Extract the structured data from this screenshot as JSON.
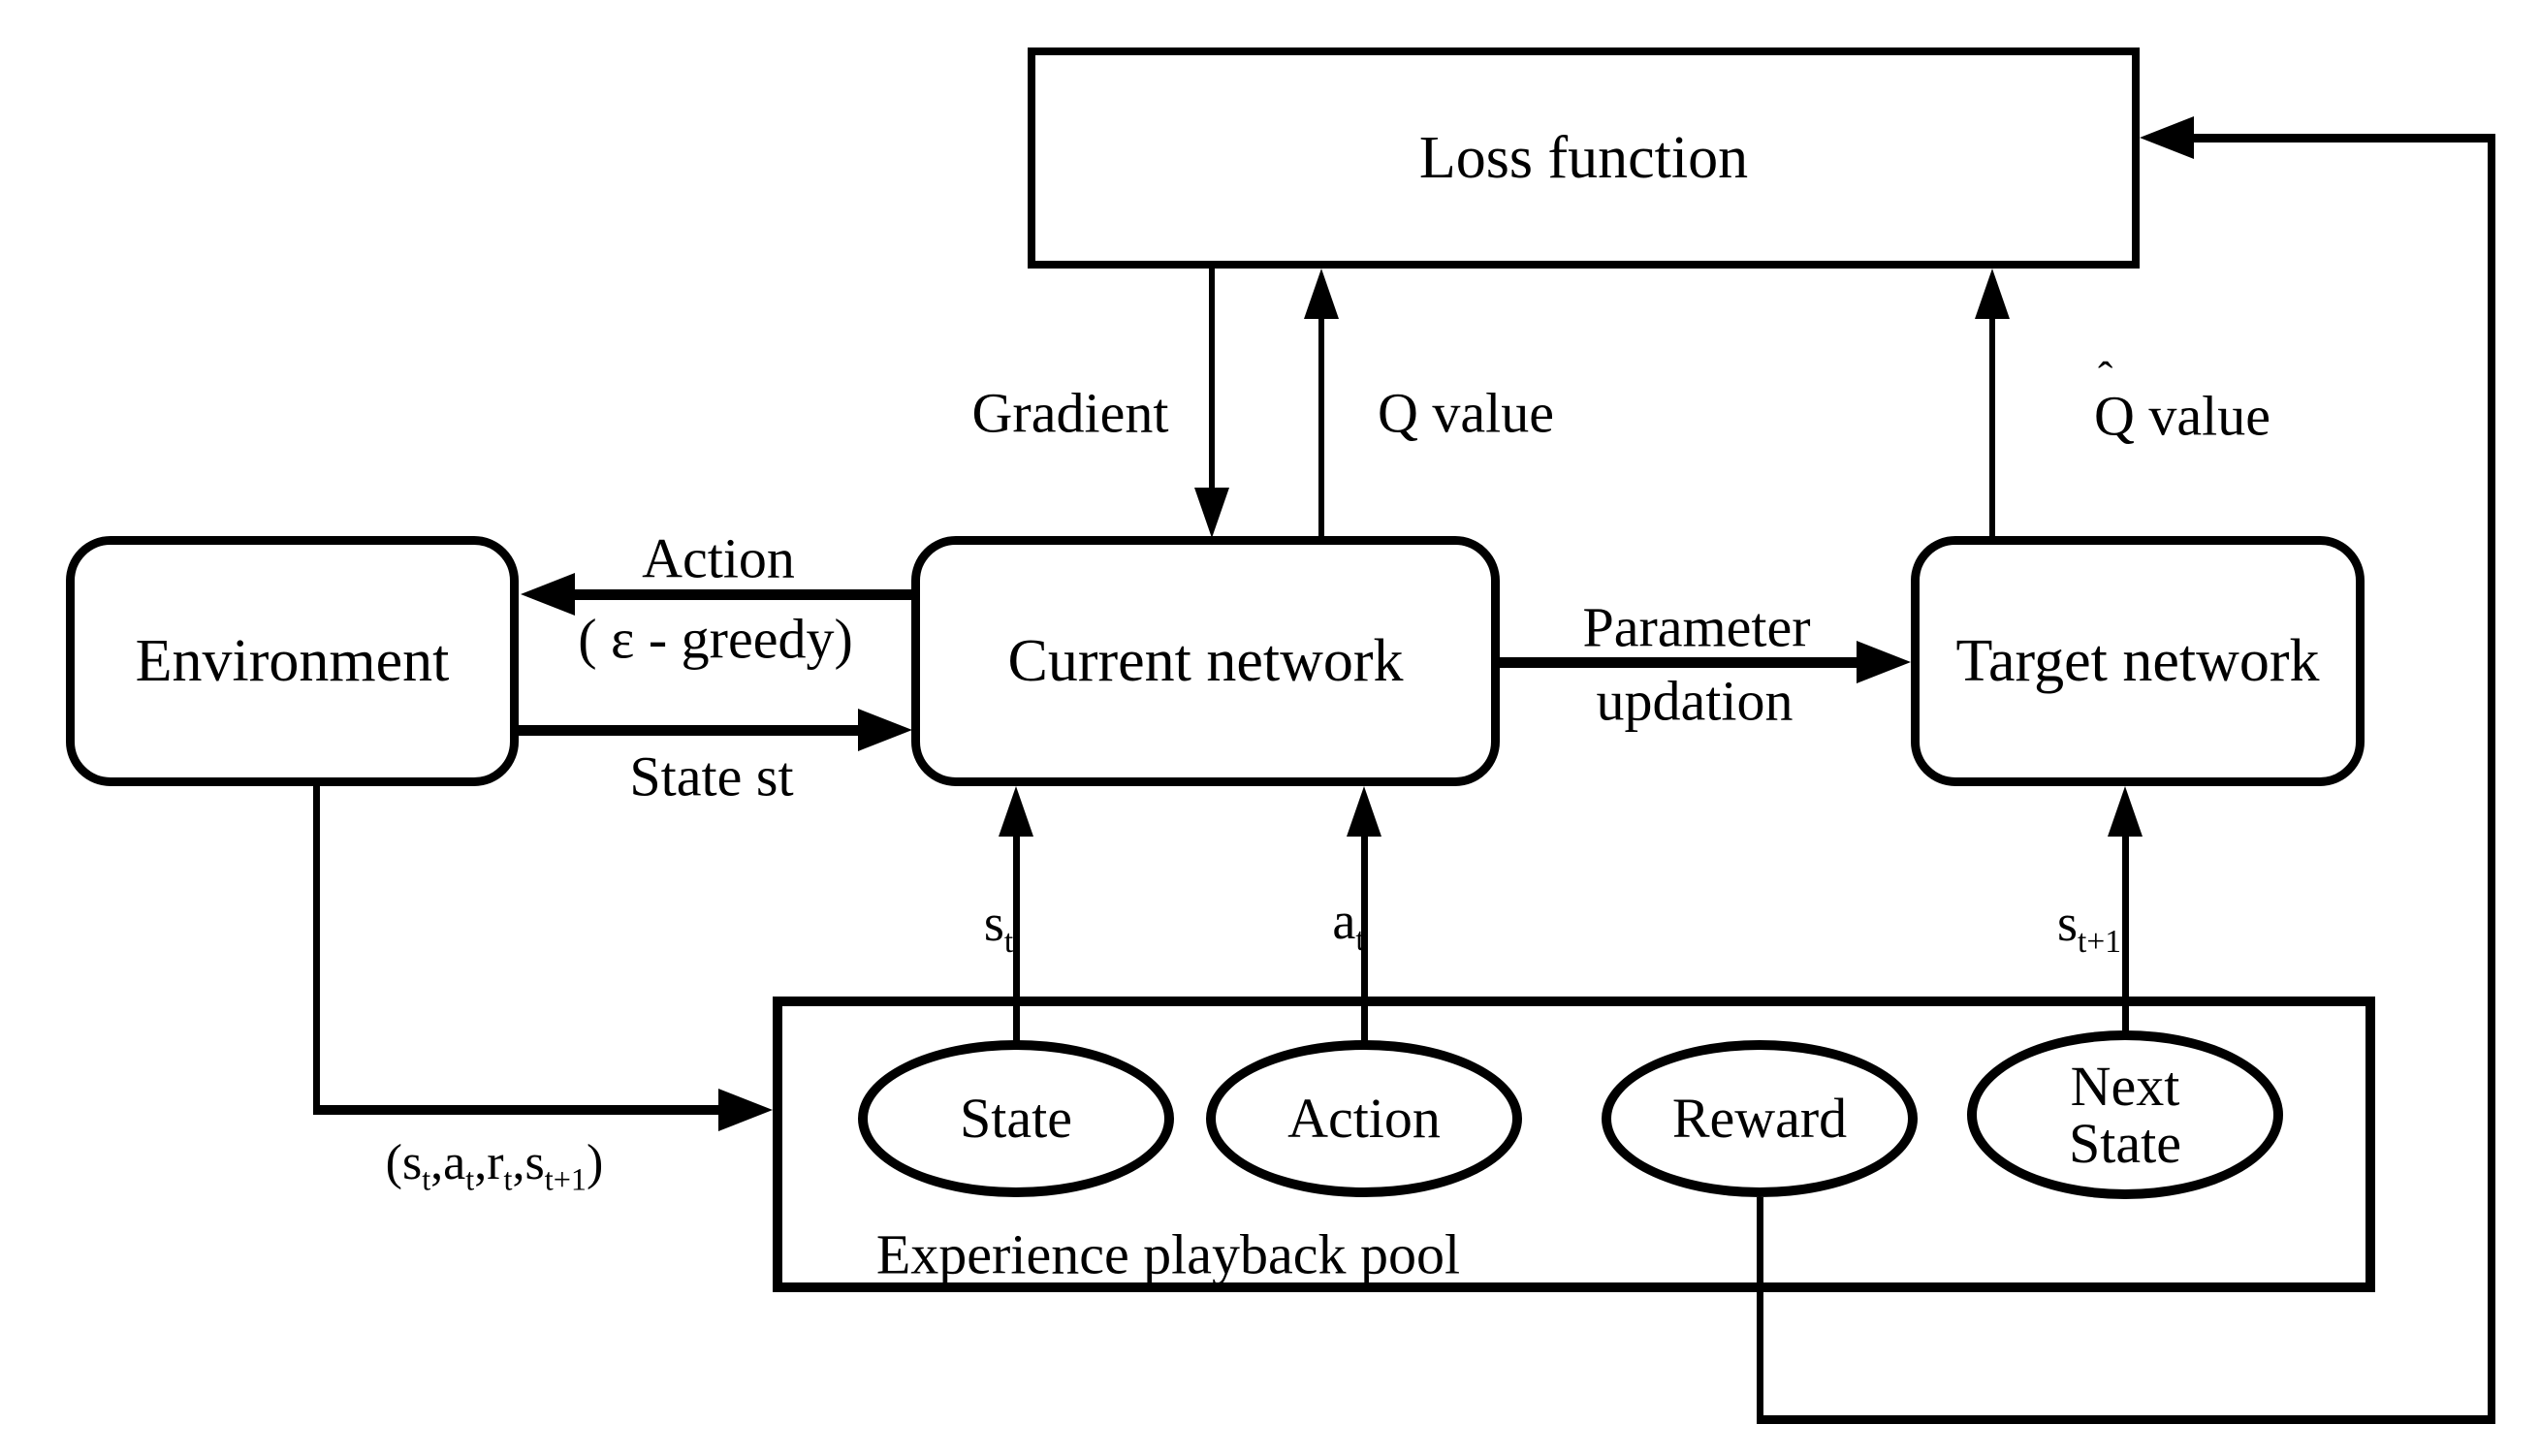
{
  "canvas": {
    "background": "#ffffff",
    "line_color": "#000000"
  },
  "nodes": {
    "loss_function": {
      "label": "Loss function"
    },
    "environment": {
      "label": "Environment"
    },
    "current_network": {
      "label": "Current network"
    },
    "target_network": {
      "label": "Target network"
    },
    "experience_pool": {
      "label": "Experience playback pool"
    },
    "state": {
      "label": "State"
    },
    "action": {
      "label": "Action"
    },
    "reward": {
      "label": "Reward"
    },
    "next_state": {
      "label_line1": "Next",
      "label_line2": "State"
    }
  },
  "edge_labels": {
    "gradient": "Gradient",
    "q_value": "Q value",
    "q_hat": {
      "hat": "ˆ",
      "base": "Q",
      "suffix": " value"
    },
    "action_to_env": {
      "line1": "Action",
      "line2": "( ε - greedy)"
    },
    "state_to_current": "State st",
    "parameter": {
      "line1": "Parameter",
      "line2": "updation"
    },
    "s_t": {
      "base": "s",
      "sub": "t"
    },
    "a_t": {
      "base": "a",
      "sub": "t"
    },
    "s_t_plus_1": {
      "base": "s",
      "sub": "t+1"
    },
    "transition_tuple": {
      "p1": "(s",
      "s1": "t",
      "p2": ",a",
      "s2": "t",
      "p3": ",r",
      "s3": "t",
      "p4": ",s",
      "s4": "t+1",
      "p5": ")"
    }
  }
}
